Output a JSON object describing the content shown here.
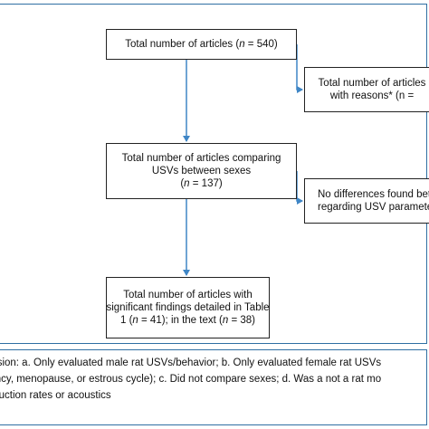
{
  "flowchart": {
    "box1": {
      "prefix": "Total number of articles (",
      "n": "n",
      "suffix": " = 540)"
    },
    "box2": {
      "line1": "Total number of articles comparing",
      "line2": "USVs between sexes",
      "line3_prefix": "(",
      "n": "n",
      "line3_suffix": " = 137)"
    },
    "box3": {
      "line1": "Total number of articles with",
      "line2": "significant findings detailed in Table",
      "line3_prefix": "1 (",
      "n1": "n",
      "line3_mid": " = 41); in the text (",
      "n2": "n",
      "line3_suffix": " = 38)"
    },
    "excluded1": {
      "line1": "Total number of articles",
      "line2": "with reasons* (n ="
    },
    "excluded2": {
      "line1": "No differences found bet",
      "line2": "regarding USV paramete"
    }
  },
  "footnote": {
    "line1": "clusion: a. Only evaluated male rat USVs/behavior; b. Only evaluated female rat USVs",
    "line2": "nancy, menopause, or estrous cycle); c. Did not compare sexes; d. Was a not a rat mo",
    "line3": "roduction rates or acoustics"
  },
  "colors": {
    "frame": "#2f6fa3",
    "arrow": "#3f86c6",
    "box_border": "#222222"
  }
}
